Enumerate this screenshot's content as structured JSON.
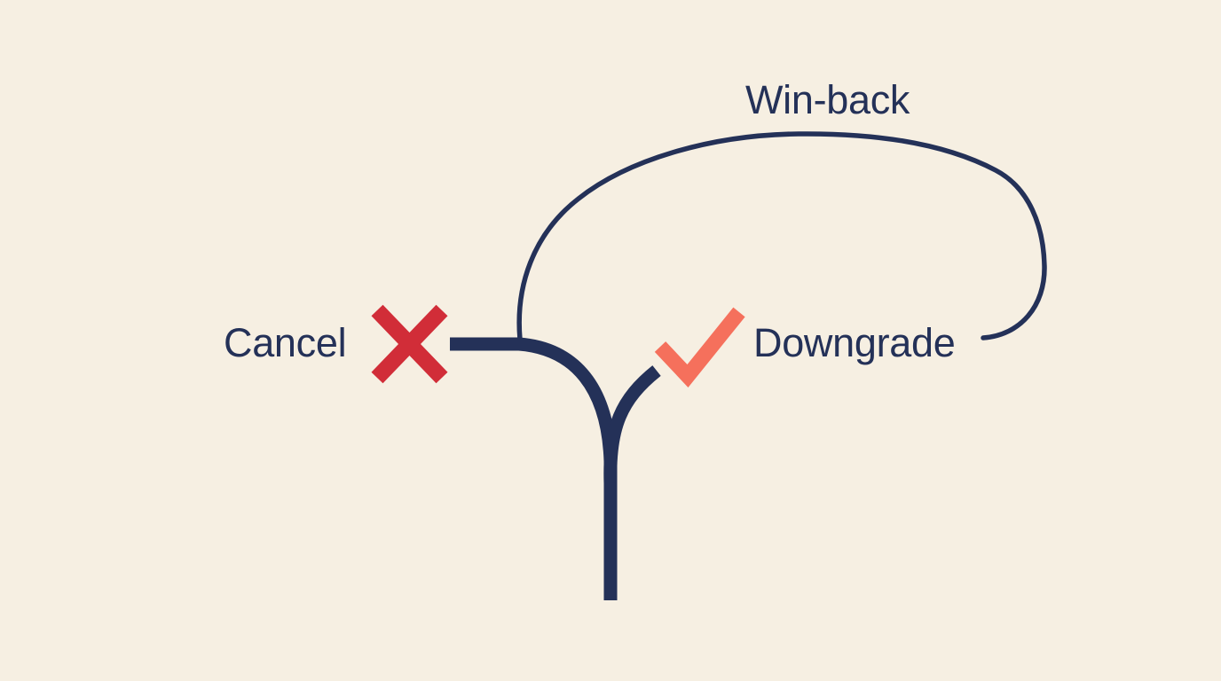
{
  "background_color": "#F6EFE2",
  "colors": {
    "line": "#243158",
    "text": "#243158",
    "cancel_x": "#D12D38",
    "check": "#F5705C",
    "bg": "#F6EFE2"
  },
  "diagram": {
    "type": "forked-path-illustration",
    "description_visible_elements": "Y-shaped forked path; left fork marked with red X labeled Cancel; right fork marked with coral check labeled Downgrade; thin loop arc labeled Win-back returning from Downgrade side back to the fork",
    "labels": {
      "winback": "Win-back",
      "cancel": "Cancel",
      "downgrade": "Downgrade"
    }
  }
}
